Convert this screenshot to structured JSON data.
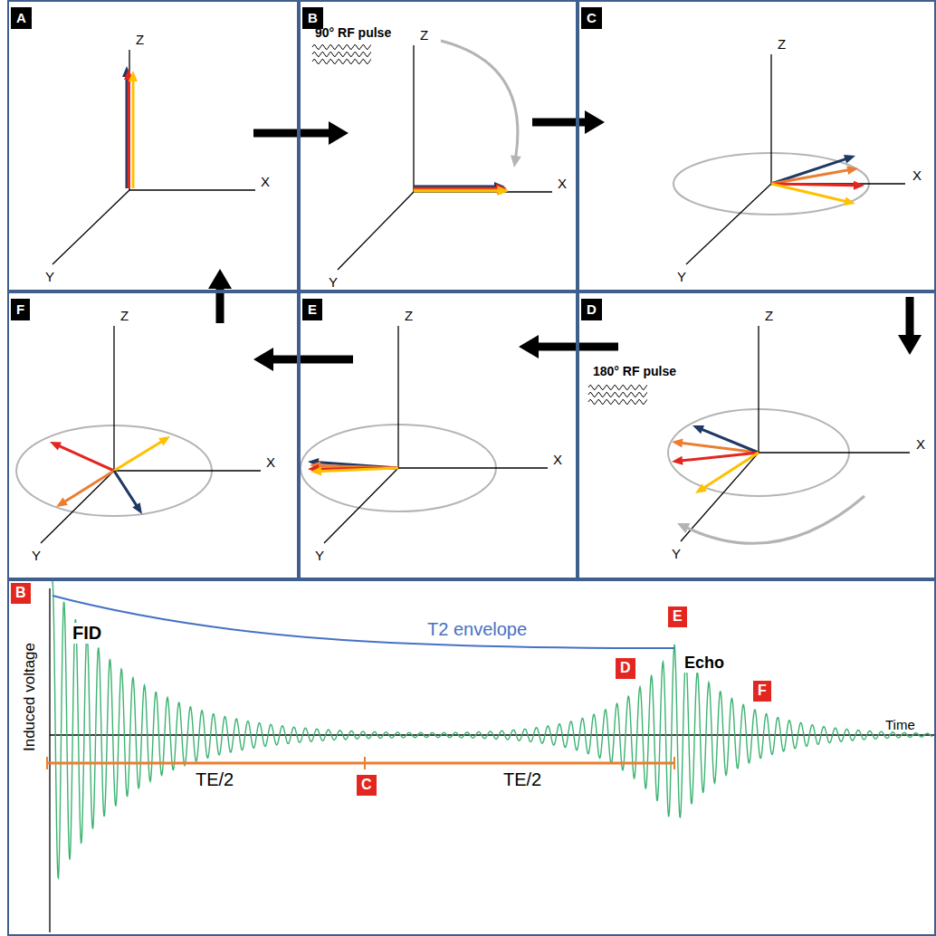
{
  "diagram": {
    "nodes": [
      {
        "text": [
          "A",
          "Z",
          "X",
          "Y"
        ]
      },
      {
        "text": [
          "B",
          "90° RF pulse",
          "Z",
          "X",
          "Y"
        ]
      },
      {
        "text": [
          "C",
          "Z",
          "X",
          "Y"
        ]
      },
      {
        "text": [
          "D",
          "180° RF pulse",
          "Z",
          "X",
          "Y"
        ]
      },
      {
        "text": [
          "E",
          "Z",
          "X",
          "Y"
        ]
      },
      {
        "text": [
          "F",
          "Z",
          "X",
          "Y"
        ]
      },
      {
        "text": [
          "FID",
          "T2 envelope",
          "Echo",
          "Induced voltage",
          "Time",
          "TE/2",
          "TE/2"
        ]
      },
      {
        "text": [
          "B"
        ],
        "in": 6
      },
      {
        "text": [
          "E"
        ],
        "in": 6
      },
      {
        "text": [
          "D"
        ],
        "in": 6
      },
      {
        "text": [
          "F"
        ],
        "in": 6
      },
      {
        "text": [
          "C"
        ],
        "in": 6
      }
    ],
    "edges": [
      {
        "from": 0,
        "to": 1,
        "arrow": "to"
      },
      {
        "from": 1,
        "to": 2,
        "arrow": "to"
      },
      {
        "from": 2,
        "to": 3,
        "arrow": "to"
      },
      {
        "from": 3,
        "to": 4,
        "arrow": "to"
      },
      {
        "from": 4,
        "to": 5,
        "arrow": "to"
      },
      {
        "from": 5,
        "to": 0,
        "arrow": "to"
      }
    ]
  }
}
